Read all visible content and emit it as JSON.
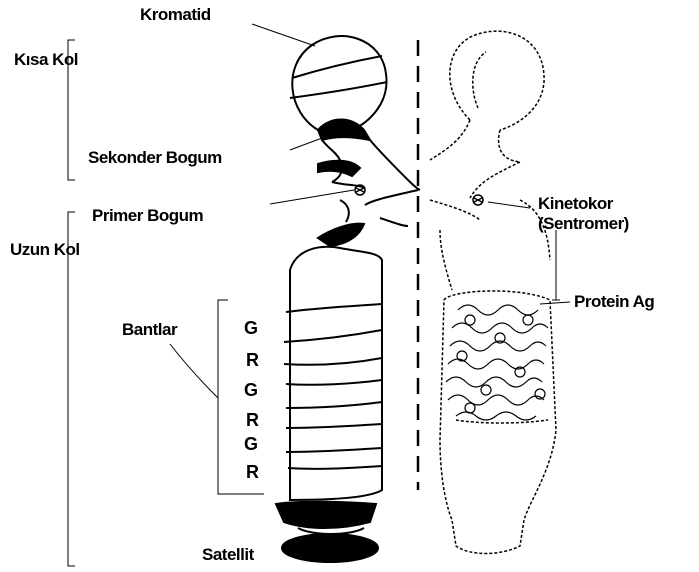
{
  "labels": {
    "kromatid": "Kromatid",
    "kisa_kol": "Kısa Kol",
    "sekonder_bogum": "Sekonder Bogum",
    "primer_bogum": "Primer Bogum",
    "uzun_kol": "Uzun Kol",
    "bantlar": "Bantlar",
    "satellit": "Satellit",
    "kinetokor": "Kinetokor",
    "sentromer": "(Sentromer)",
    "protein_ag": "Protein Ag"
  },
  "bands": [
    "G",
    "R",
    "G",
    "R",
    "G",
    "R"
  ]
}
